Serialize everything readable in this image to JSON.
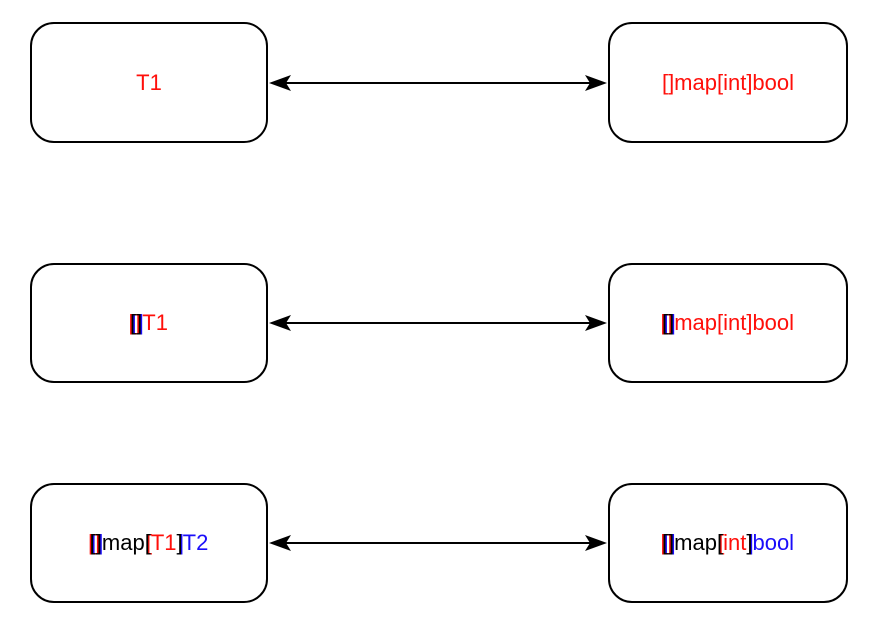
{
  "diagram": {
    "description": "Three pairs of rounded type nodes connected by bidirectional arrows",
    "rows": [
      {
        "left": {
          "segments": [
            {
              "text": "T1",
              "style": "red"
            }
          ]
        },
        "right": {
          "segments": [
            {
              "text": "[]map[int]bool",
              "style": "red"
            }
          ]
        }
      },
      {
        "left": {
          "segments": [
            {
              "text": "[]",
              "style": "mixed-rb"
            },
            {
              "text": "T1",
              "style": "red"
            }
          ]
        },
        "right": {
          "segments": [
            {
              "text": "[]",
              "style": "mixed-rb"
            },
            {
              "text": "map[int]bool",
              "style": "red"
            }
          ]
        }
      },
      {
        "left": {
          "segments": [
            {
              "text": "[]",
              "style": "mixed-rb"
            },
            {
              "text": "map",
              "style": "black"
            },
            {
              "text": "[",
              "style": "mixed-r"
            },
            {
              "text": "T1",
              "style": "red"
            },
            {
              "text": "]",
              "style": "mixed-b"
            },
            {
              "text": "T2",
              "style": "blue"
            }
          ]
        },
        "right": {
          "segments": [
            {
              "text": "[]",
              "style": "mixed-rb"
            },
            {
              "text": "map",
              "style": "black"
            },
            {
              "text": "[",
              "style": "mixed-r"
            },
            {
              "text": "int",
              "style": "red"
            },
            {
              "text": "]",
              "style": "mixed-b"
            },
            {
              "text": "bool",
              "style": "blue"
            }
          ]
        }
      }
    ]
  },
  "colors": {
    "red": "#ff0f0a",
    "blue": "#1a0dfa",
    "black": "#000000",
    "border": "#000000",
    "arrow": "#000000",
    "background": "#ffffff"
  }
}
